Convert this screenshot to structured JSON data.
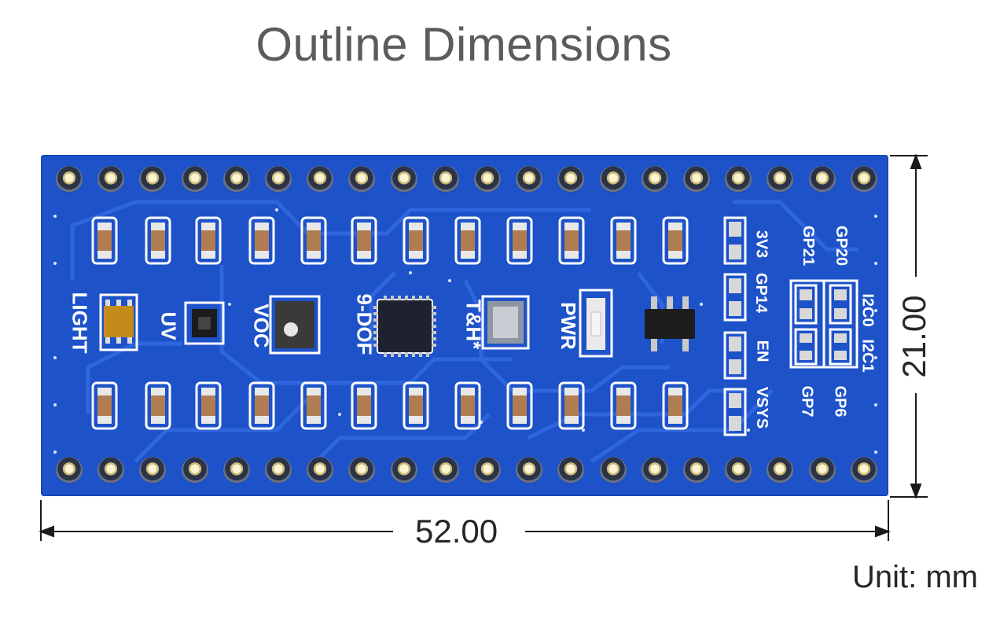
{
  "title": "Outline Dimensions",
  "dimensions": {
    "width": "52.00",
    "height": "21.00"
  },
  "unit": "Unit: mm",
  "labels": {
    "light": "LIGHT",
    "uv": "UV",
    "voc": "VOC",
    "dof": "9-DOF",
    "th": "T&H*",
    "pwr": "PWR",
    "v33": "3V3",
    "gp14": "GP14",
    "en": "EN",
    "vsys": "VSYS",
    "gp21": "GP21",
    "gp20": "GP20",
    "i2c0": "I2C0",
    "i2c1": "I2C1",
    "gp7": "GP7",
    "gp6": "GP6"
  },
  "colors": {
    "pcb": "#1d52c9",
    "silkscreen": "#ffffff",
    "pad": "#c9b877"
  }
}
